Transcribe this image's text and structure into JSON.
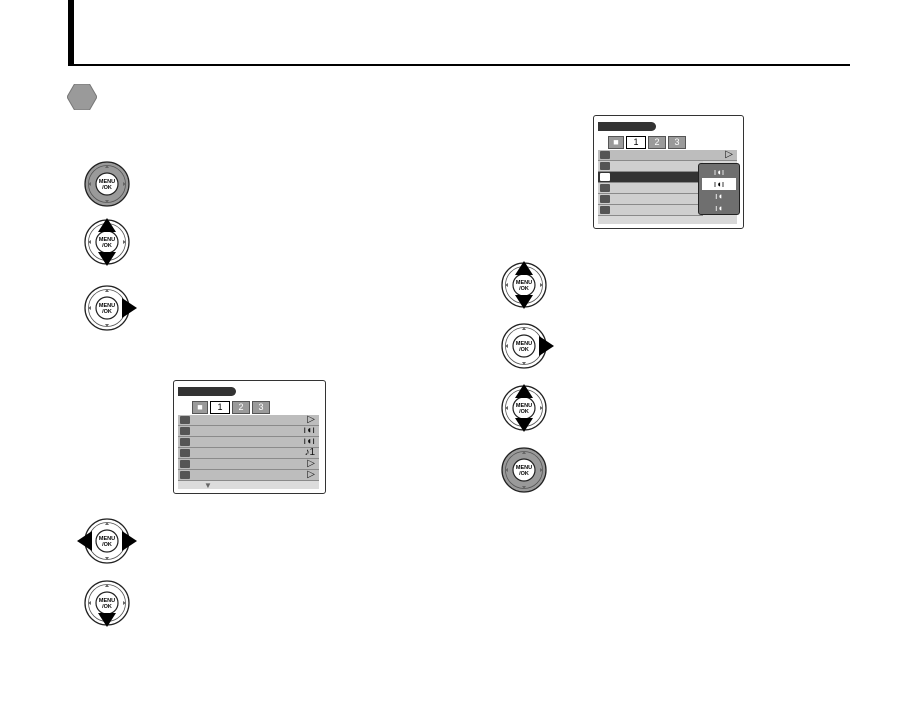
{
  "header": {
    "title": ""
  },
  "icons": {
    "section_marker": "hexagon-icon",
    "controller": "menu-ok-dpad-icon"
  },
  "left_screen": {
    "tabs": [
      "",
      "1",
      "2",
      "3"
    ],
    "values": [
      "▷",
      "ı◖ı",
      "ı◖ı",
      "♪1",
      "▷",
      "▷"
    ]
  },
  "right_screen": {
    "tabs": [
      "",
      "1",
      "2",
      "3"
    ],
    "values": [
      "▷"
    ],
    "popup_options": [
      "ı◖ı",
      "ı◖ı",
      "ı◖",
      "ı◖"
    ]
  },
  "colors": {
    "ink": "#000000",
    "grey": "#9a9a9a",
    "screen_dark": "#333333"
  }
}
